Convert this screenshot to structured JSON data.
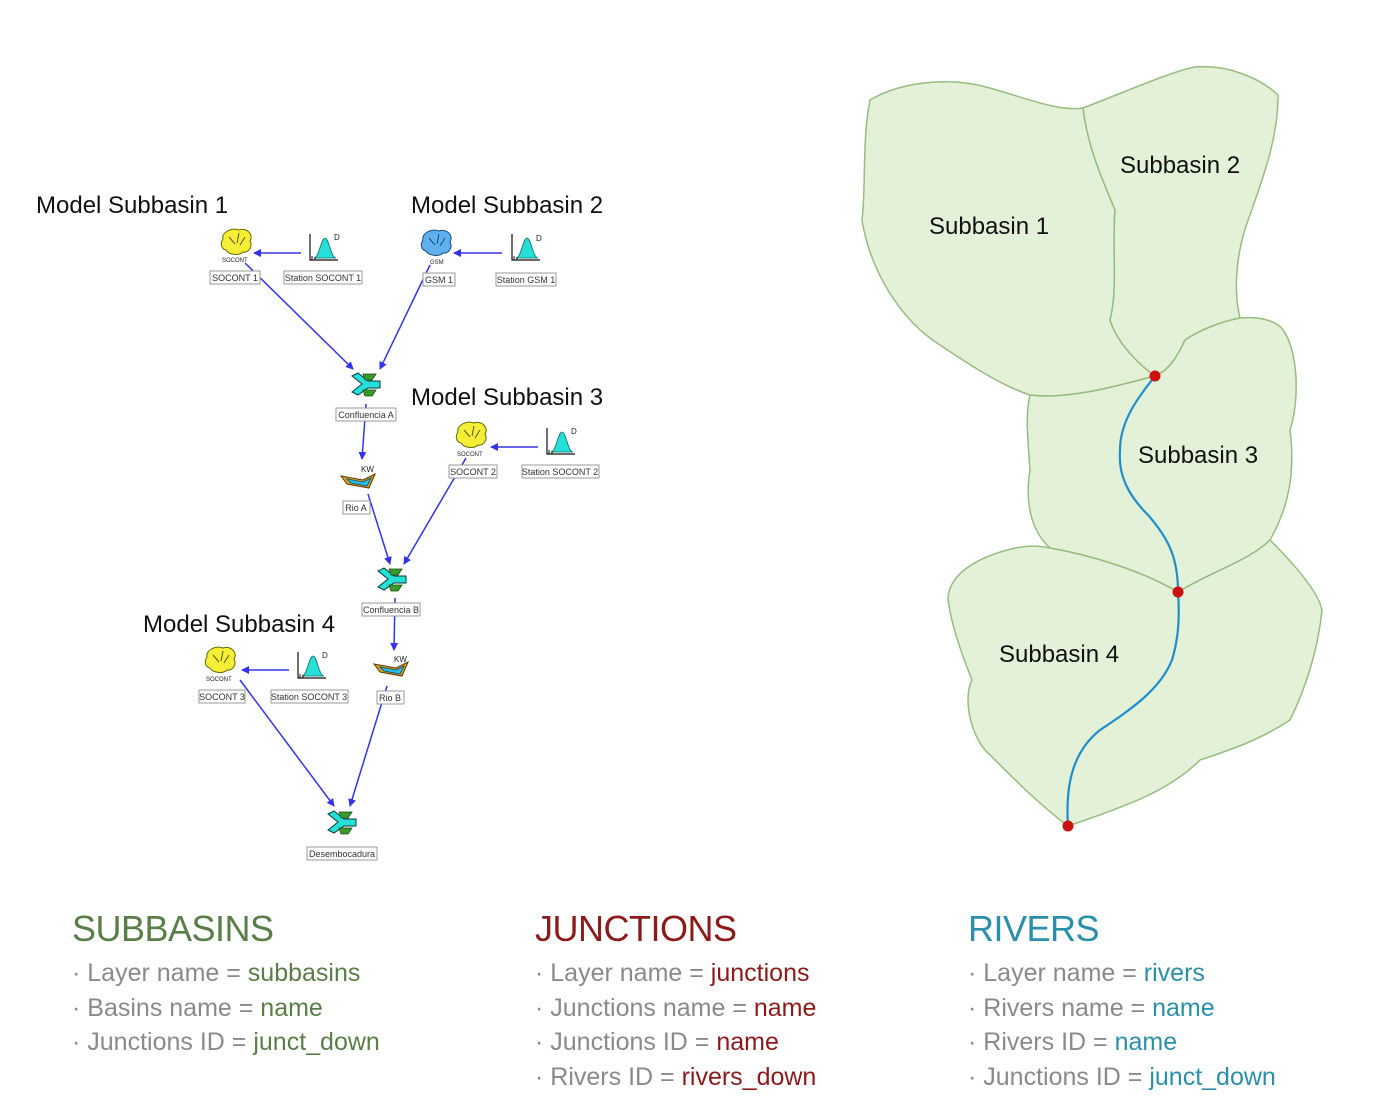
{
  "model": {
    "labels": {
      "ms1": "Model Subbasin 1",
      "ms2": "Model Subbasin 2",
      "ms3": "Model Subbasin 3",
      "ms4": "Model Subbasin 4"
    },
    "nodes": {
      "soc1": "SOCONT 1",
      "st_soc1": "Station SOCONT 1",
      "gsm1": "GSM 1",
      "st_gsm1": "Station GSM 1",
      "confA": "Confluencia A",
      "rioA": "Rio A",
      "soc2": "SOCONT 2",
      "st_soc2": "Station SOCONT 2",
      "confB": "Confluencia B",
      "soc3": "SOCONT 3",
      "st_soc3": "Station SOCONT 3",
      "rioB": "Rio B",
      "desemb": "Desembocadura"
    },
    "icon_text": {
      "socont": "SOCONT",
      "gsm": "GSM",
      "kw": "KW",
      "d": "D"
    }
  },
  "map": {
    "subbasins": [
      "Subbasin 1",
      "Subbasin 2",
      "Subbasin 3",
      "Subbasin 4"
    ],
    "colors": {
      "fill": "#e4f1d9",
      "stroke": "#96bd7f",
      "river": "#1f8fcc",
      "junction": "#cc1111"
    }
  },
  "legend": {
    "subbasins": {
      "title": "SUBBASINS",
      "color": "#5a7e47",
      "rows": [
        {
          "key": "Layer name = ",
          "value": "subbasins"
        },
        {
          "key": "Basins name = ",
          "value": "name"
        },
        {
          "key": "Junctions ID = ",
          "value": "junct_down"
        }
      ]
    },
    "junctions": {
      "title": "JUNCTIONS",
      "color": "#8c1a1a",
      "rows": [
        {
          "key": "Layer name = ",
          "value": "junctions"
        },
        {
          "key": "Junctions name = ",
          "value": "name"
        },
        {
          "key": "Junctions ID = ",
          "value": "name"
        },
        {
          "key": "Rivers ID = ",
          "value": "rivers_down"
        }
      ]
    },
    "rivers": {
      "title": "RIVERS",
      "color": "#2a8fab",
      "rows": [
        {
          "key": "Layer name = ",
          "value": "rivers"
        },
        {
          "key": "Rivers name = ",
          "value": "name"
        },
        {
          "key": "Rivers ID = ",
          "value": "name"
        },
        {
          "key": "Junctions ID = ",
          "value": "junct_down"
        }
      ]
    }
  }
}
